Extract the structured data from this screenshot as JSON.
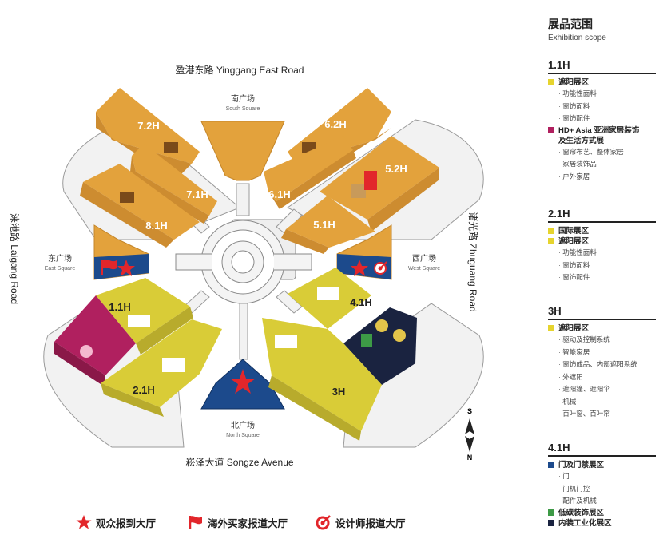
{
  "map": {
    "roads": {
      "north": "盈港东路 Yinggang East Road",
      "south": "崧泽大道 Songze Avenue",
      "west": "涞港路 Laigang Road",
      "east": "诸光路 Zhuguang Road"
    },
    "squares": {
      "south": {
        "cn": "南广场",
        "en": "South Square"
      },
      "east": {
        "cn": "东广场",
        "en": "East Square"
      },
      "west": {
        "cn": "西广场",
        "en": "West Square"
      },
      "north": {
        "cn": "北广场",
        "en": "North Square"
      }
    },
    "halls": {
      "h72": "7.2H",
      "h71": "7.1H",
      "h81": "8.1H",
      "h62": "6.2H",
      "h61": "6.1H",
      "h52": "5.2H",
      "h51": "5.1H",
      "h11": "1.1H",
      "h21": "2.1H",
      "h41": "4.1H",
      "h3": "3H"
    },
    "compass": {
      "top": "S",
      "bottom": "N"
    },
    "colors": {
      "orange": "#e3a23c",
      "yellow": "#d9cc37",
      "navy": "#1c4a8c",
      "magenta": "#b0205f",
      "dark": "#1a2340",
      "green": "#3d9a46",
      "red": "#e2262b"
    }
  },
  "panel": {
    "title": "展品范围",
    "subtitle": "Exhibition scope",
    "sections": [
      {
        "hall": "1.1H",
        "zones": [
          {
            "label": "遮阳展区",
            "color": "#e6d42e",
            "items": [
              "功能性面料",
              "窗饰面料",
              "窗饰配件"
            ]
          },
          {
            "label": "HD+ Asia 亚洲家居装饰",
            "label2": "及生活方式展",
            "color": "#b0205f",
            "items": [
              "窗帘布艺、整体家居",
              "家居装饰品",
              "户外家居"
            ]
          }
        ]
      },
      {
        "hall": "2.1H",
        "zones": [
          {
            "label": "国际展区",
            "color": "#e6d42e",
            "items": []
          },
          {
            "label": "遮阳展区",
            "color": "#e6d42e",
            "items": [
              "功能性面料",
              "窗饰面料",
              "窗饰配件"
            ]
          }
        ]
      },
      {
        "hall": "3H",
        "zones": [
          {
            "label": "遮阳展区",
            "color": "#e6d42e",
            "items": [
              "驱动及控制系统",
              "智能家居",
              "窗饰成品、内部遮阳系统",
              "外遮阳",
              "遮阳篷、遮阳伞",
              "机械",
              "百叶窗、百叶帘"
            ]
          }
        ]
      },
      {
        "hall": "4.1H",
        "zones": [
          {
            "label": "门及门禁展区",
            "color": "#1c4a8c",
            "items": [
              "门",
              "门机门控",
              "配件及机械"
            ]
          },
          {
            "label": "低碳装饰展区",
            "color": "#3d9a46",
            "items": []
          },
          {
            "label": "内装工业化展区",
            "color": "#1a2340",
            "items": []
          }
        ]
      }
    ]
  },
  "legend": {
    "visitor": "观众报到大厅",
    "overseas": "海外买家报道大厅",
    "designer": "设计师报道大厅"
  }
}
